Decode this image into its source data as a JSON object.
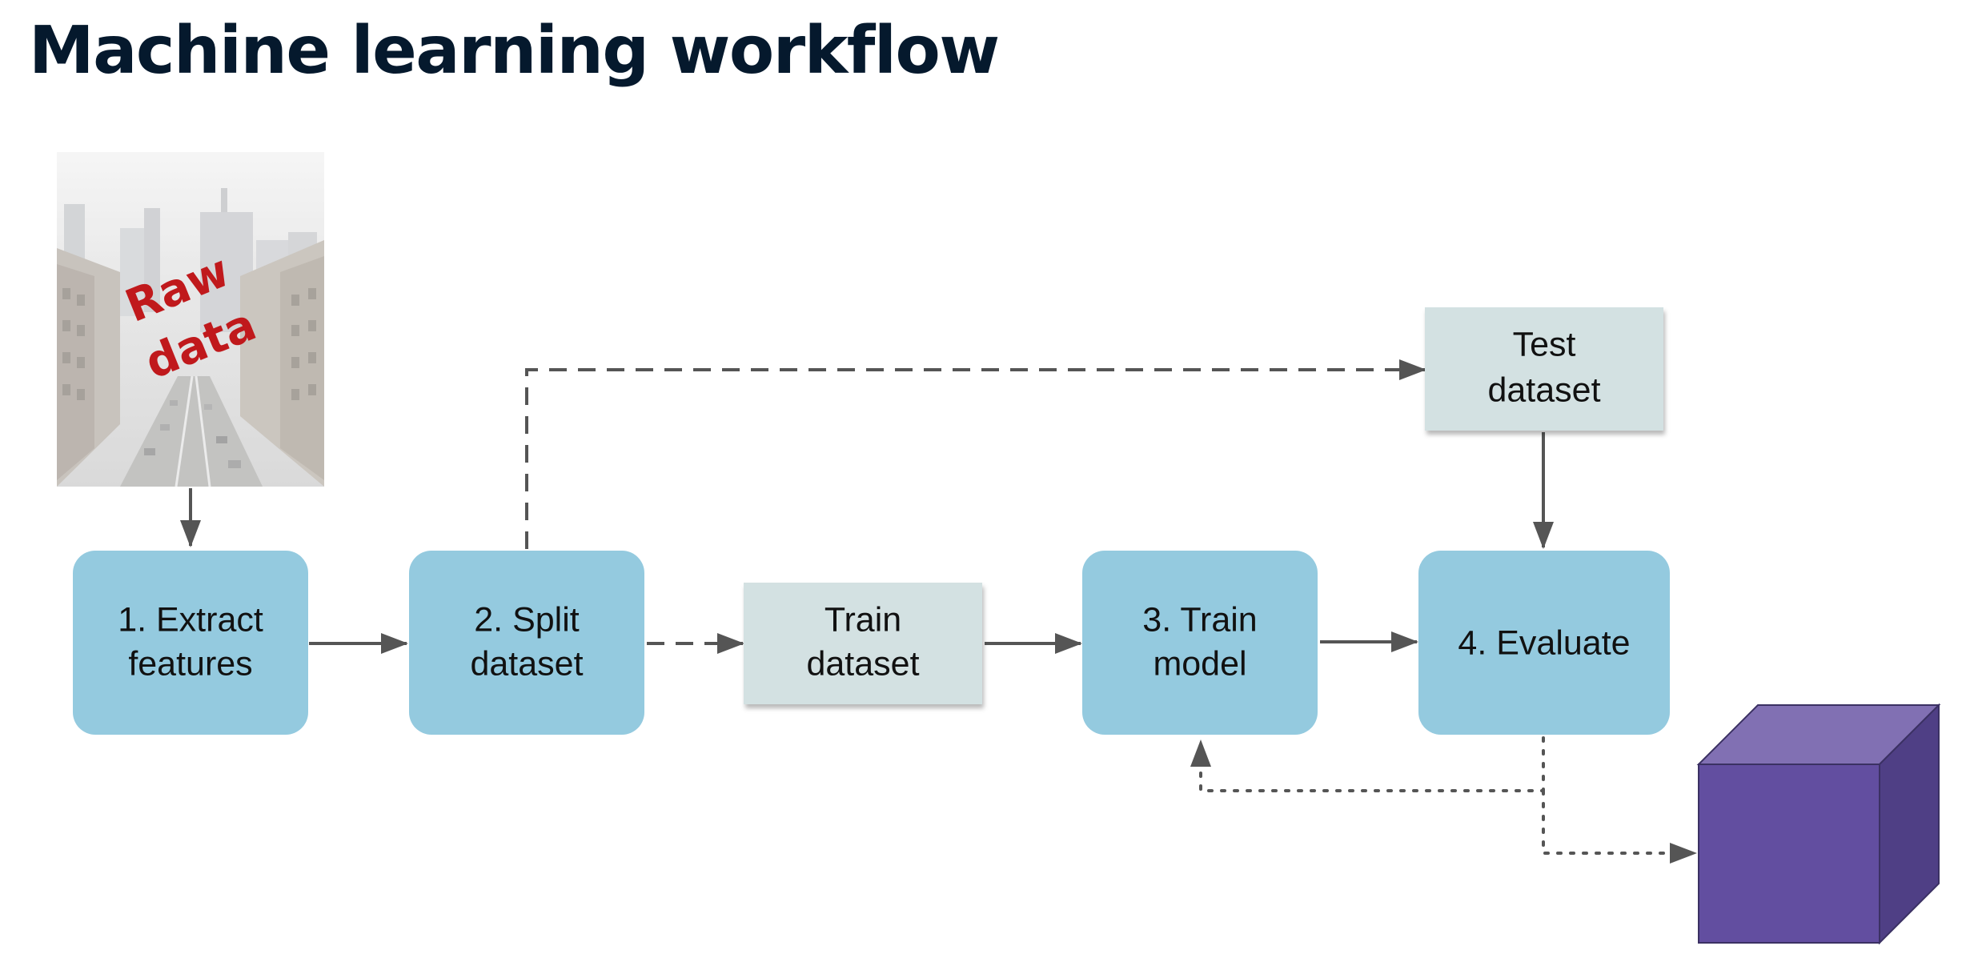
{
  "slide": {
    "title": "Machine learning workflow"
  },
  "diagram": {
    "raw_data": {
      "line1": "Raw",
      "line2": "data"
    },
    "steps": {
      "extract": [
        "1. Extract",
        "features"
      ],
      "split": [
        "2. Split",
        "dataset"
      ],
      "train_model": [
        "3. Train",
        "model"
      ],
      "evaluate": [
        "4. Evaluate"
      ]
    },
    "datasets": {
      "train": [
        "Train",
        "dataset"
      ],
      "test": [
        "Test",
        "dataset"
      ]
    }
  },
  "colors": {
    "step_fill": "#94cadf",
    "dataset_fill": "#d3e1e2",
    "arrow": "#555555",
    "title": "#05192d",
    "raw_label": "#c0191c",
    "cube_front": "#624ea0",
    "cube_top": "#8170b3",
    "cube_side": "#4f3f85"
  }
}
